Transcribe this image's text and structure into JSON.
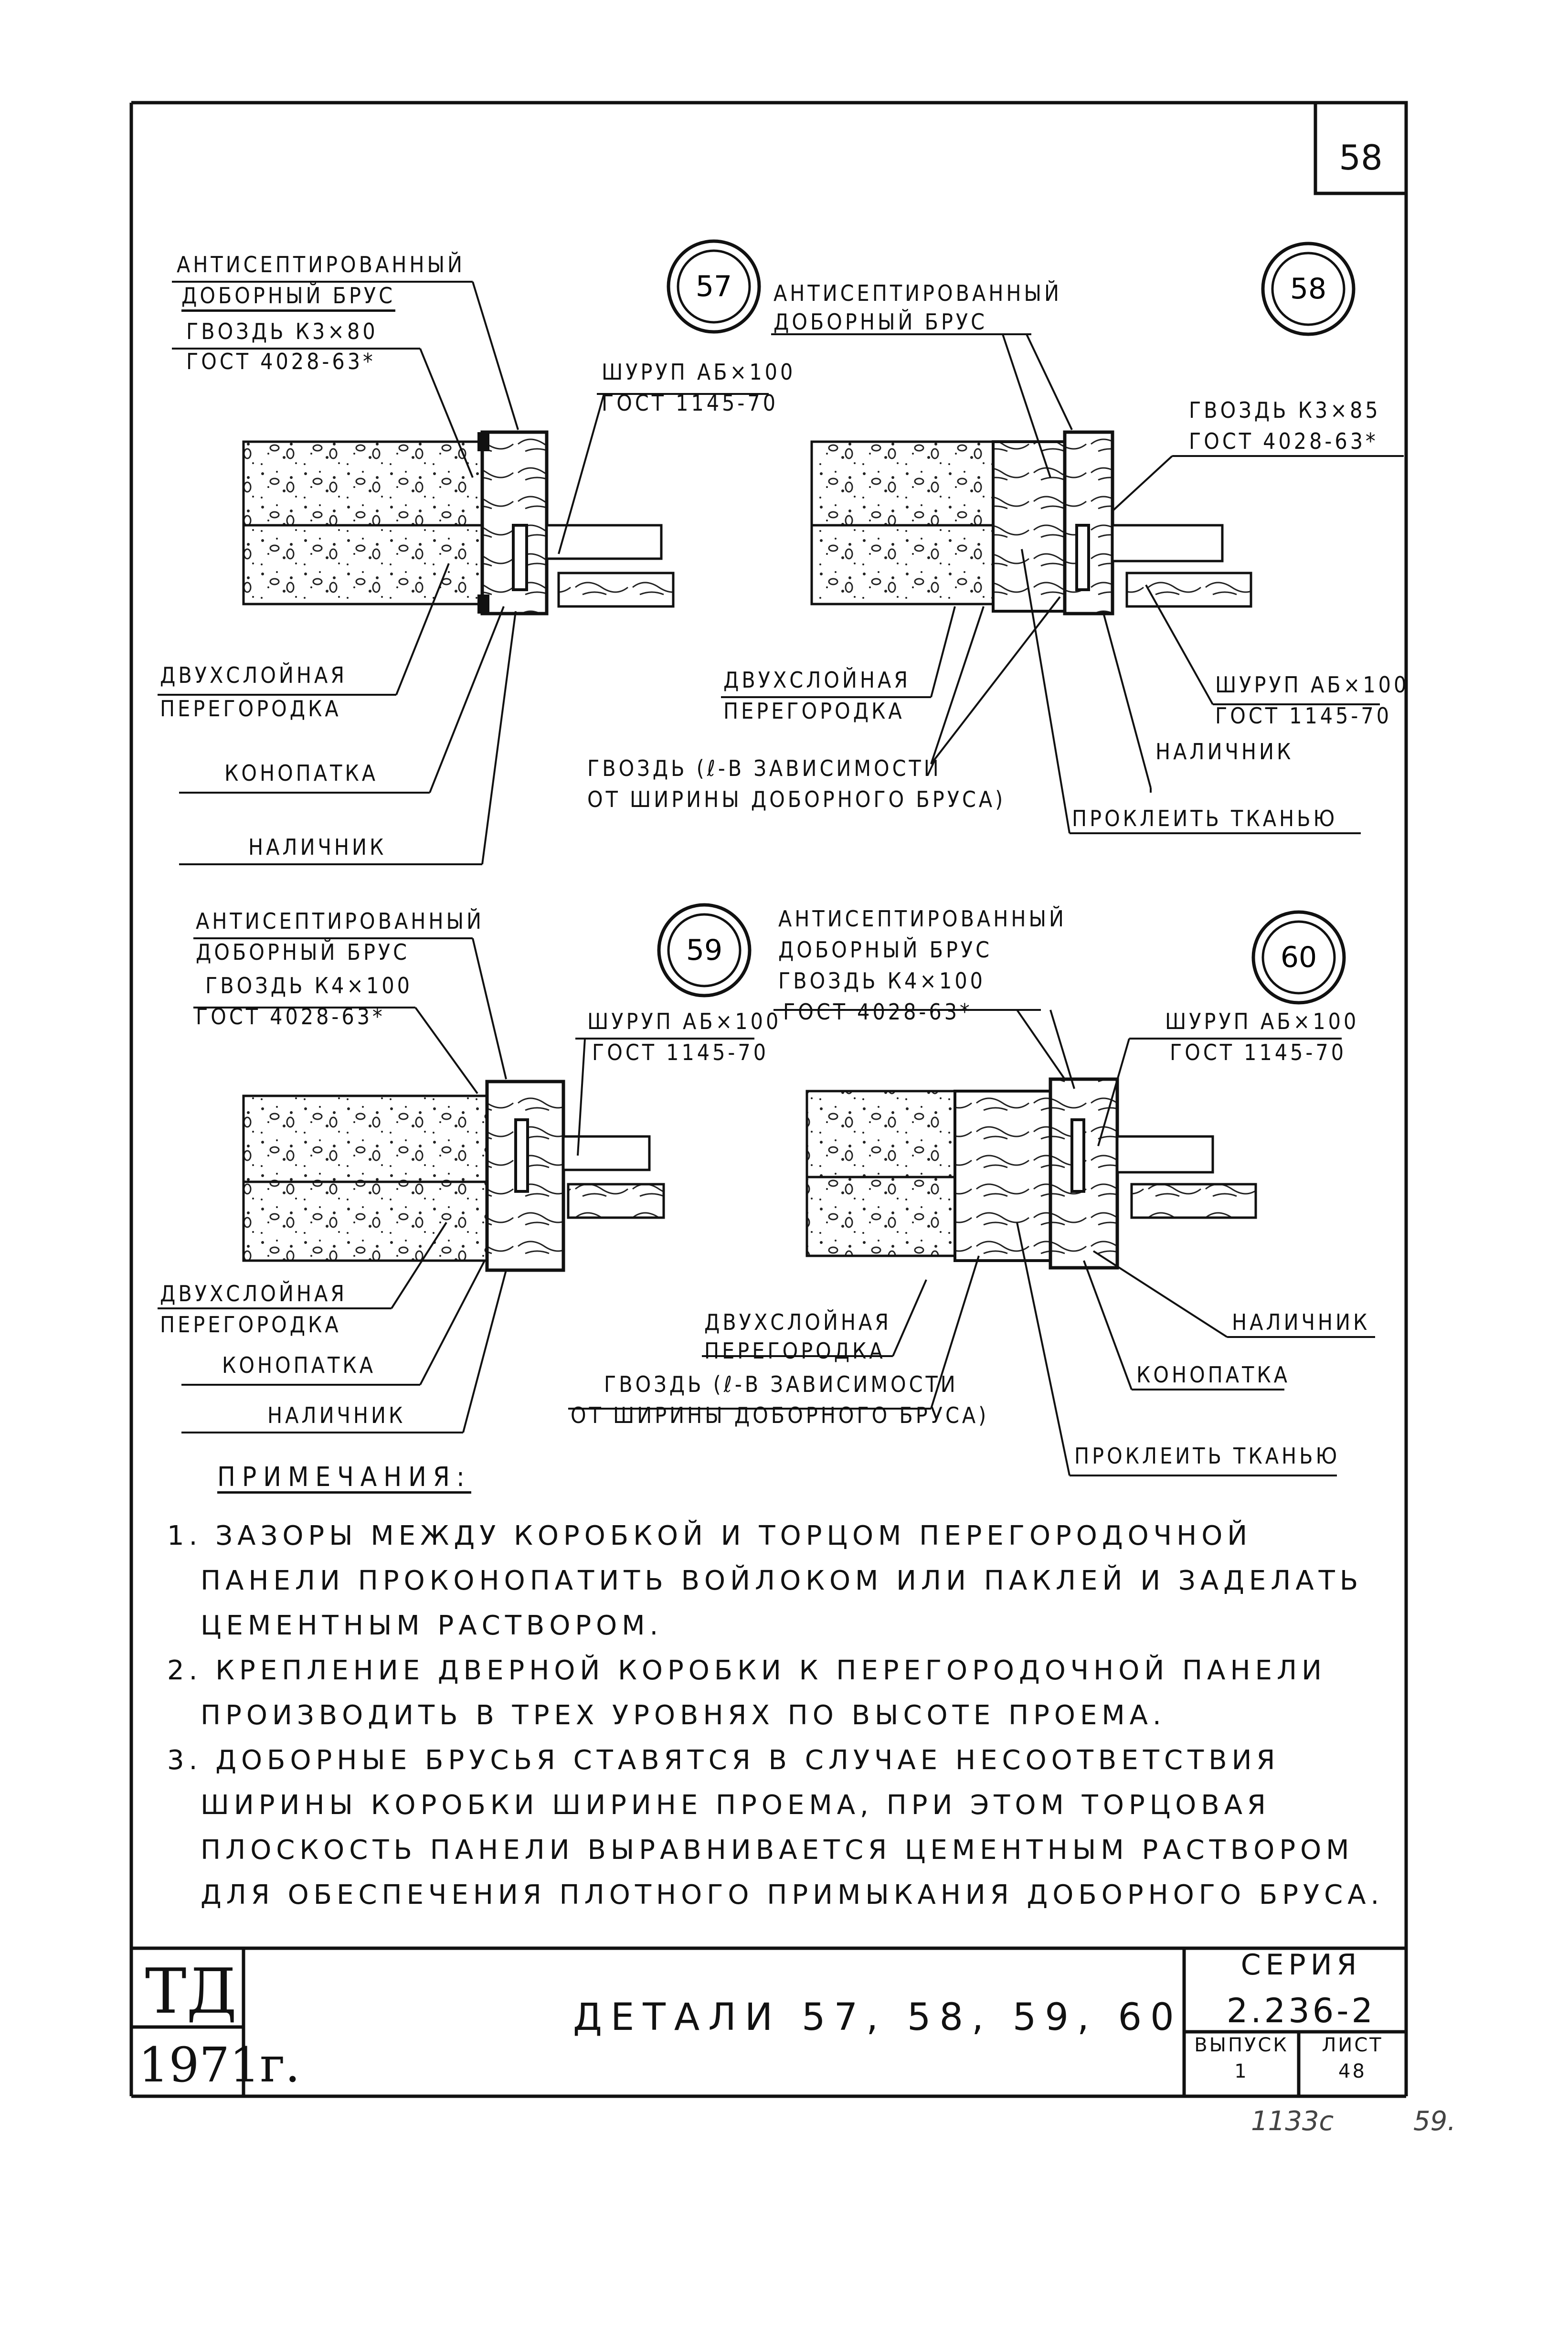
{
  "sheet_number": "58",
  "details": [
    {
      "number": "57",
      "labels": {
        "top_left": [
          "АНТИСЕПТИРОВАННЫЙ",
          "ДОБОРНЫЙ БРУС",
          "ГВОЗДЬ К3×80",
          "ГОСТ 4028-63*"
        ],
        "screw": [
          "ШУРУП АБ×100",
          "ГОСТ 1145-70"
        ],
        "partition": [
          "ДВУХСЛОЙНАЯ",
          "ПЕРЕГОРОДКА"
        ],
        "caulk": "КОНОПАТКА",
        "trim": "НАЛИЧНИК"
      }
    },
    {
      "number": "58",
      "labels": {
        "top": [
          "АНТИСЕПТИРОВАННЫЙ",
          "ДОБОРНЫЙ БРУС"
        ],
        "nail": [
          "ГВОЗДЬ К3×85",
          "ГОСТ 4028-63*"
        ],
        "partition": [
          "ДВУХСЛОЙНАЯ",
          "ПЕРЕГОРОДКА"
        ],
        "nail_note": [
          "ГВОЗДЬ (ℓ-В ЗАВИСИМОСТИ",
          "ОТ ШИРИНЫ ДОБОРНОГО БРУСА)"
        ],
        "screw": [
          "ШУРУП АБ×100",
          "ГОСТ 1145-70"
        ],
        "trim": "НАЛИЧНИК",
        "fabric": "ПРОКЛЕИТЬ ТКАНЬЮ"
      }
    },
    {
      "number": "59",
      "labels": {
        "top_left": [
          "АНТИСЕПТИРОВАННЫЙ",
          "ДОБОРНЫЙ БРУС",
          "ГВОЗДЬ К4×100",
          "ГОСТ 4028-63*"
        ],
        "screw": [
          "ШУРУП АБ×100",
          "ГОСТ 1145-70"
        ],
        "partition": [
          "ДВУХСЛОЙНАЯ",
          "ПЕРЕГОРОДКА"
        ],
        "caulk": "КОНОПАТКА",
        "trim": "НАЛИЧНИК"
      }
    },
    {
      "number": "60",
      "labels": {
        "top": [
          "АНТИСЕПТИРОВАННЫЙ",
          "ДОБОРНЫЙ БРУС",
          "ГВОЗДЬ К4×100",
          "ГОСТ 4028-63*"
        ],
        "screw": [
          "ШУРУП АБ×100",
          "ГОСТ 1145-70"
        ],
        "partition": [
          "ДВУХСЛОЙНАЯ",
          "ПЕРЕГОРОДКА"
        ],
        "nail_note": [
          "ГВОЗДЬ (ℓ-В ЗАВИСИМОСТИ",
          "ОТ ШИРИНЫ ДОБОРНОГО БРУСА)"
        ],
        "trim": "НАЛИЧНИК",
        "caulk": "КОНОПАТКА",
        "fabric": "ПРОКЛЕИТЬ ТКАНЬЮ"
      }
    }
  ],
  "notes": {
    "heading": "ПРИМЕЧАНИЯ:",
    "items": [
      "1. ЗАЗОРЫ МЕЖДУ КОРОБКОЙ И ТОРЦОМ ПЕРЕГОРОДОЧНОЙ ПАНЕЛИ ПРОКОНОПАТИТЬ ВОЙЛОКОМ ИЛИ ПАКЛЕЙ И ЗАДЕЛАТЬ ЦЕМЕНТНЫМ РАСТВОРОМ.",
      "2. КРЕПЛЕНИЕ ДВЕРНОЙ КОРОБКИ К ПЕРЕГОРОДОЧНОЙ ПАНЕЛИ ПРОИЗВОДИТЬ В ТРЕХ УРОВНЯХ ПО ВЫСОТЕ ПРОЕМА.",
      "3. ДОБОРНЫЕ БРУСЬЯ СТАВЯТСЯ В СЛУЧАЕ НЕСООТВЕТСТВИЯ ШИРИНЫ КОРОБКИ ШИРИНЕ ПРОЕМА, ПРИ ЭТОМ ТОРЦОВАЯ ПЛОСКОСТЬ ПАНЕЛИ ВЫРАВНИВАЕТСЯ ЦЕМЕНТНЫМ РАСТВОРОМ ДЛЯ ОБЕСПЕЧЕНИЯ ПЛОТНОГО ПРИМЫКАНИЯ ДОБОРНОГО БРУСА."
    ]
  },
  "title_block": {
    "org": "ТД",
    "year": "1971г.",
    "title": "ДЕТАЛИ 57, 58, 59, 60",
    "series_label": "СЕРИЯ",
    "series": "2.236-2",
    "issue_label": "ВЫПУСК",
    "issue": "1",
    "sheet_label": "ЛИСТ",
    "sheet": "48"
  },
  "footer": {
    "code": "1133с",
    "page": "59."
  }
}
